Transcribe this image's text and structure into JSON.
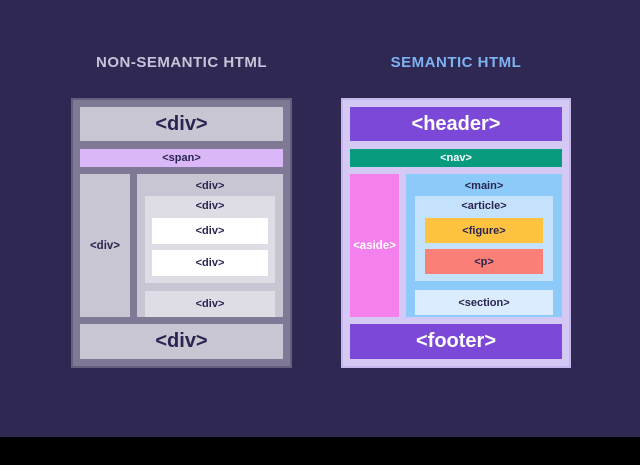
{
  "titles": {
    "left": "NON-SEMANTIC HTML",
    "right": "SEMANTIC HTML"
  },
  "left_panel": {
    "top_div": "<div>",
    "span_bar": "<span>",
    "sidebar_div": "<div>",
    "main_div": "<div>",
    "nested_div": "<div>",
    "nested_items": [
      "<div>",
      "<div>"
    ],
    "lower_div": "<div>",
    "bottom_div": "<div>"
  },
  "right_panel": {
    "header": "<header>",
    "nav": "<nav>",
    "aside": "<aside>",
    "main": "<main>",
    "article": "<article>",
    "figure": "<figure>",
    "p": "<p>",
    "section": "<section>",
    "footer": "<footer>"
  },
  "colors": {
    "background": "#2e2852",
    "bottom_letterbox": "#000000",
    "title_left": "#c7c4d9",
    "title_right": "#7fb2f2",
    "nonsemantic_frame": "#7f7996",
    "nonsemantic_box": "#c9c6d3",
    "nonsemantic_nested": "#dedce4",
    "nonsemantic_leaf": "#ffffff",
    "span_bar": "#dab7f7",
    "semantic_frame": "#d4c8f4",
    "header_footer": "#7c48d8",
    "nav": "#089b7e",
    "aside": "#f480ee",
    "main": "#8ccaf9",
    "article": "#c4e2fc",
    "figure": "#fdc240",
    "p": "#fa8077",
    "section": "#daecfd",
    "label_dark": "#2a2550",
    "label_light": "#ffffff"
  }
}
